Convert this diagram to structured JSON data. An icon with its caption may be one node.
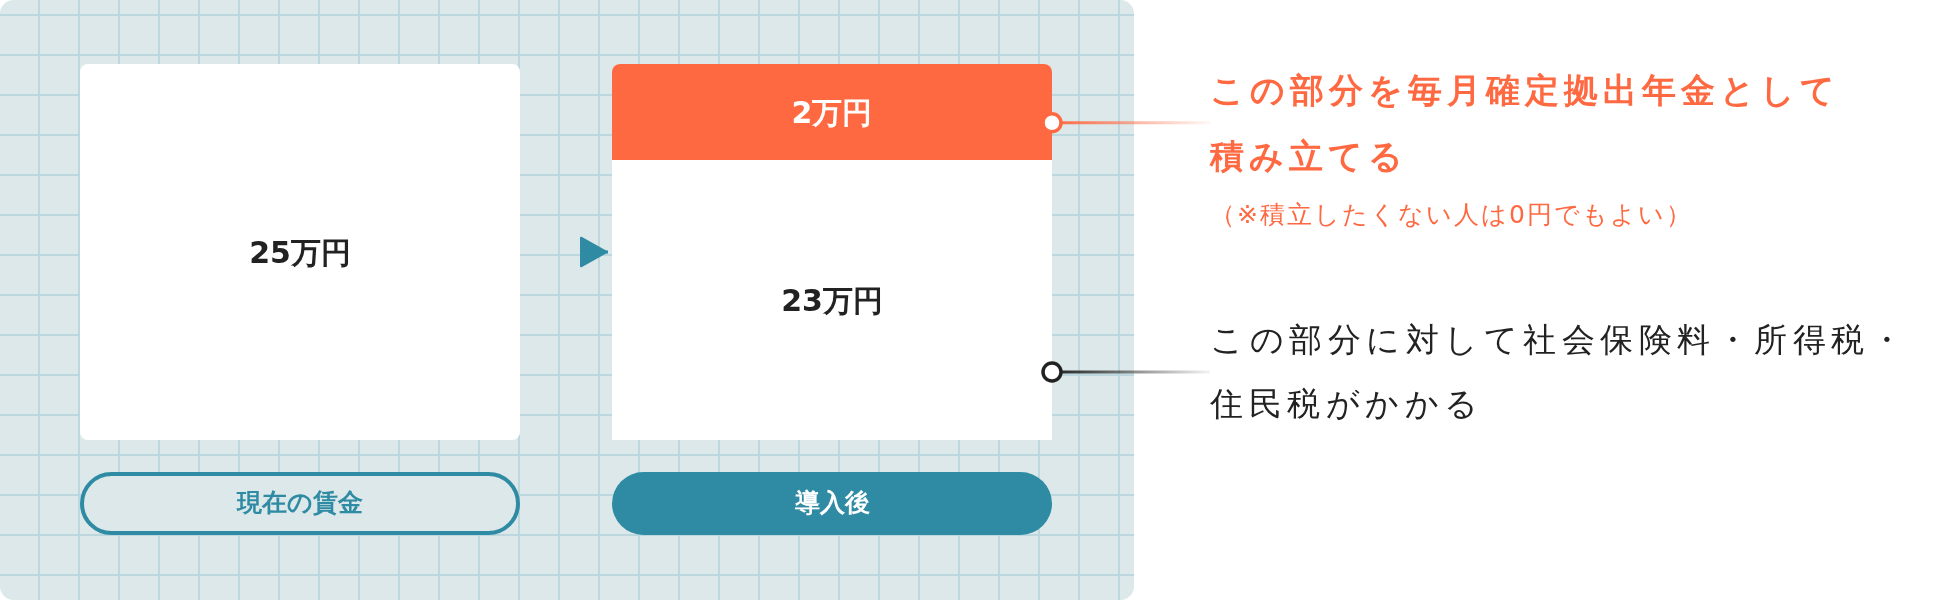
{
  "diagram": {
    "nodes": [
      {
        "text": [
          "25万円"
        ]
      },
      {
        "text": [],
        "shape": "box"
      },
      {
        "text": [
          "2万円"
        ],
        "in": 1
      },
      {
        "text": [
          "23万円"
        ],
        "in": 1
      },
      {
        "text": [
          "現在の賃金"
        ]
      },
      {
        "text": [
          "導入後"
        ]
      },
      {
        "text": [
          "この部分を毎月確定拠出年金として積み立てる",
          "（※積立したくない人は0円でもよい）"
        ]
      },
      {
        "text": [
          "この部分に対して社会保険料・所得税・住民税がかかる"
        ]
      }
    ],
    "edges": [
      {
        "from": 0,
        "to": 1,
        "arrow": "to"
      },
      {
        "from": 6,
        "to": 2,
        "arrow": "other",
        "color": "#ff6941"
      },
      {
        "from": 7,
        "to": 3,
        "arrow": "other",
        "color": "#222222"
      }
    ]
  }
}
